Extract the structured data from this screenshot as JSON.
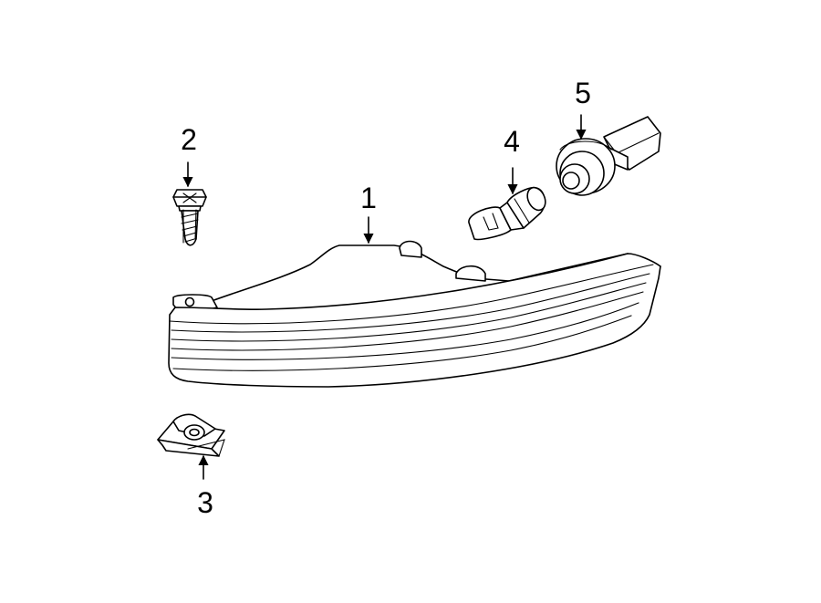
{
  "diagram": {
    "callouts": [
      {
        "id": "1",
        "label": "1"
      },
      {
        "id": "2",
        "label": "2"
      },
      {
        "id": "3",
        "label": "3"
      },
      {
        "id": "4",
        "label": "4"
      },
      {
        "id": "5",
        "label": "5"
      }
    ],
    "parts": [
      {
        "callout": "1",
        "icon": "lamp-assembly-icon"
      },
      {
        "callout": "2",
        "icon": "screw-icon"
      },
      {
        "callout": "3",
        "icon": "clip-nut-icon"
      },
      {
        "callout": "4",
        "icon": "bulb-icon"
      },
      {
        "callout": "5",
        "icon": "socket-icon"
      }
    ]
  }
}
